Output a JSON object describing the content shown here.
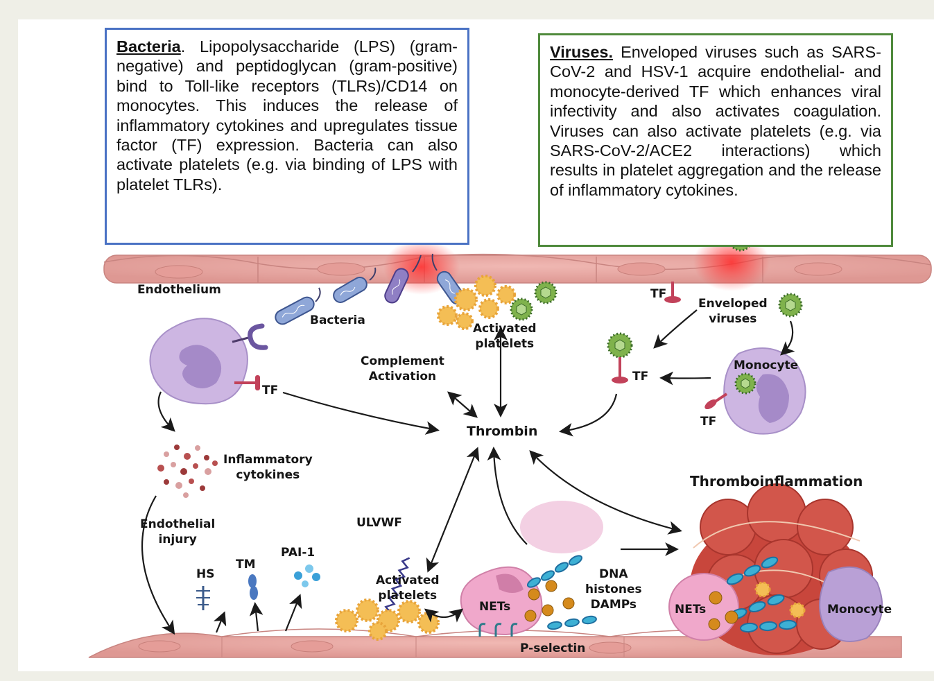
{
  "boxes": {
    "bacteria": {
      "heading": "Bacteria",
      "text": ". Lipopolysaccharide (LPS) (gram-negative) and peptidoglycan (gram-positive) bind to Toll-like receptors (TLRs)/CD14 on monocytes. This induces the release of inflammatory cytokines and upregulates tissue factor (TF) expression. Bacteria can also activate platelets (e.g. via binding of LPS with platelet TLRs)."
    },
    "viruses": {
      "heading": "Viruses.",
      "text": " Enveloped viruses such as SARS-CoV-2 and HSV-1 acquire endothelial- and monocyte-derived TF which enhances viral infectivity and also activates coagulation. Viruses can also activate platelets (e.g. via SARS-CoV-2/ACE2 interactions) which results in platelet aggregation and the release of inflammatory cytokines."
    }
  },
  "labels": {
    "endothelium": "Endothelium",
    "bacteria": "Bacteria",
    "activated_platelets_top_1": "Activated",
    "activated_platelets_top_2": "platelets",
    "complement_1": "Complement",
    "complement_2": "Activation",
    "tf_top": "TF",
    "enveloped_1": "Enveloped",
    "enveloped_2": "viruses",
    "tf_monocyte_left": "TF",
    "tf_virus": "TF",
    "monocyte_right": "Monocyte",
    "tf_monocyte_right": "TF",
    "thrombin": "Thrombin",
    "inflammatory_1": "Inflammatory",
    "inflammatory_2": "cytokines",
    "endothelial_1": "Endothelial",
    "endothelial_2": "injury",
    "hs": "HS",
    "tm": "TM",
    "pai1": "PAI-1",
    "ulvwf": "ULVWF",
    "activated_platelets_bottom_1": "Activated",
    "activated_platelets_bottom_2": "platelets",
    "nets": "NETs",
    "dna_1": "DNA",
    "dna_2": "histones",
    "dna_3": "DAMPs",
    "p_selectin": "P-selectin",
    "thromboinflammation": "Thromboinflammation",
    "nets_clot": "NETs",
    "monocyte_clot": "Monocyte"
  },
  "colors": {
    "bacteria_border": "#4a72c4",
    "viruses_border": "#4f8a3c",
    "endothelium": "#e7a7a3",
    "monocyte": "#c6b0dc",
    "platelet": "#f4be55",
    "virus": "#7fb24c",
    "tf": "#c2425a",
    "clot": "#c8463c",
    "dna": "#3db0d4",
    "net_pink": "#f0a8cb"
  }
}
